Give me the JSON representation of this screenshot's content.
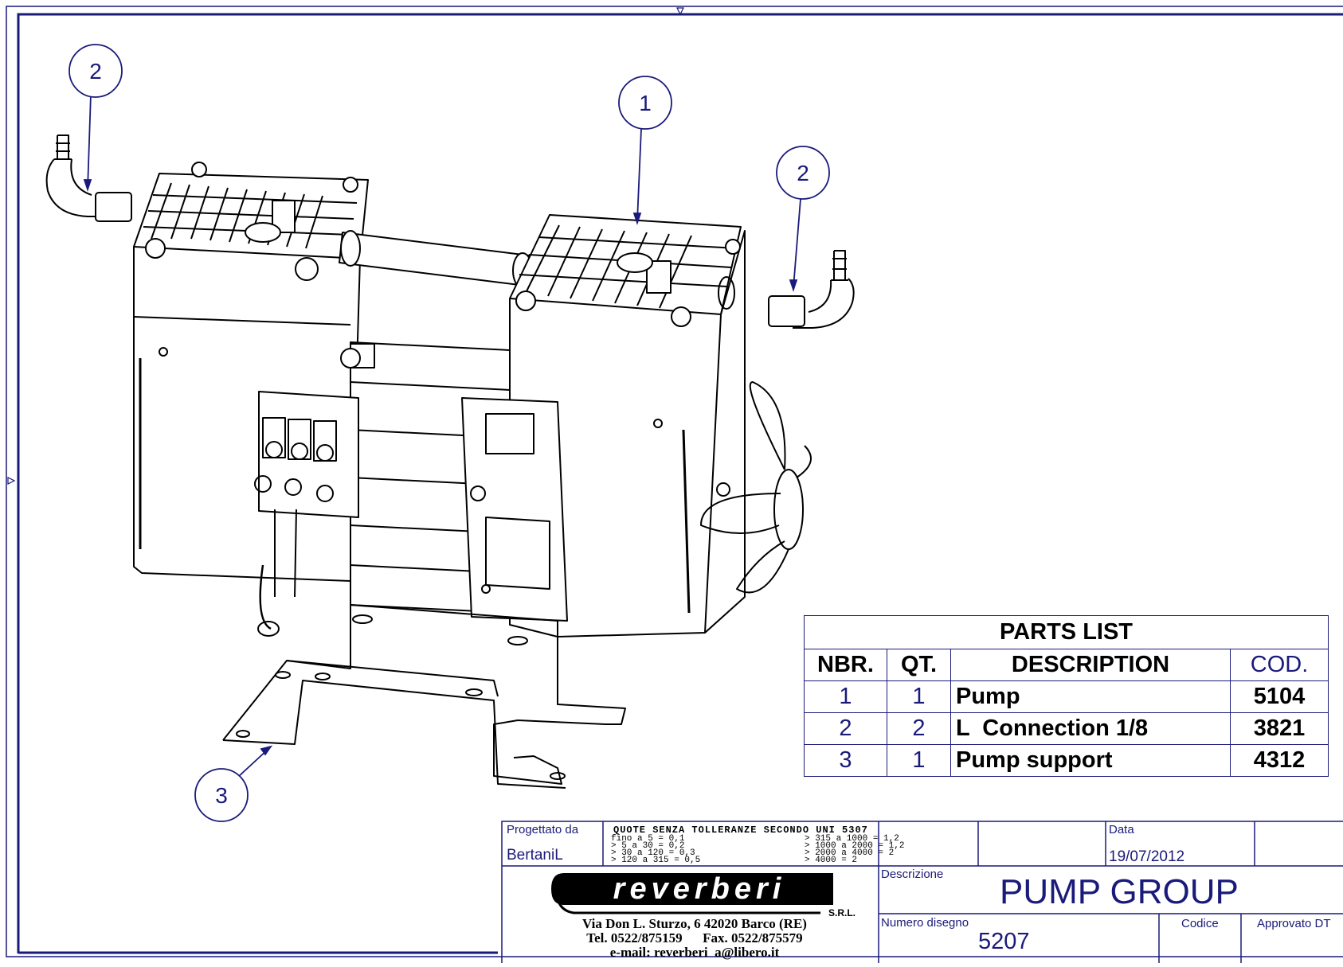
{
  "balloons": [
    {
      "label": "2"
    },
    {
      "label": "1"
    },
    {
      "label": "2"
    },
    {
      "label": "3"
    }
  ],
  "parts_list": {
    "title": "PARTS LIST",
    "headers": {
      "nbr": "NBR.",
      "qt": "QT.",
      "description": "DESCRIPTION",
      "cod": "COD."
    },
    "rows": [
      {
        "nbr": "1",
        "qt": "1",
        "description": "Pump",
        "cod": "5104"
      },
      {
        "nbr": "2",
        "qt": "2",
        "description": "L  Connection 1/8",
        "cod": "3821"
      },
      {
        "nbr": "3",
        "qt": "1",
        "description": "Pump support",
        "cod": "4312"
      }
    ]
  },
  "title_block": {
    "designed_by_label": "Progettato da",
    "designed_by": "BertaniL",
    "tolerance_note": "QUOTE SENZA TOLLERANZE SECONDO UNI 5307",
    "tolerance_left": [
      "fino a 5 = 0,1",
      "> 5 a 30 = 0,2",
      "> 30 a 120 = 0,3",
      "> 120 a 315 = 0,5"
    ],
    "tolerance_right": [
      "> 315 a 1000 = 1,2",
      "> 1000 a 2000 = 1,2",
      "> 2000 a 4000 = 2",
      "> 4000 = 2"
    ],
    "date_label": "Data",
    "date": "19/07/2012",
    "description_label": "Descrizione",
    "description": "PUMP GROUP",
    "drawing_number_label": "Numero disegno",
    "drawing_number": "5207",
    "code_label": "Codice",
    "approved_label": "Approvato DT",
    "company_logo": "reverberi",
    "company_suffix": "S.R.L.",
    "address_lines": [
      "Via Don L. Sturzo, 6 42020 Barco (RE)",
      "Tel. 0522/875159      Fax. 0522/875579",
      "e-mail: reverberi  a@libero.it"
    ]
  },
  "colors": {
    "line": "#1a1a7a",
    "drawing": "#000000",
    "background": "#ffffff"
  }
}
